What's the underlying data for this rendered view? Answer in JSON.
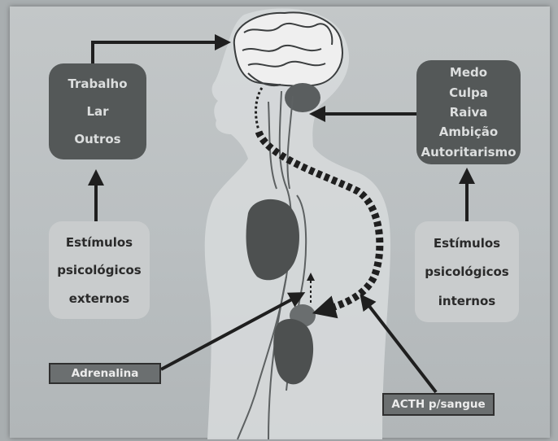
{
  "boxes": {
    "left_top": {
      "lines": [
        "Trabalho",
        "Lar",
        "Outros"
      ]
    },
    "right_top": {
      "lines": [
        "Medo",
        "Culpa",
        "Raiva",
        "Ambição",
        "Autoritarismo"
      ]
    },
    "left_bottom": {
      "lines": [
        "Estímulos",
        "psicológicos",
        "externos"
      ]
    },
    "right_bottom": {
      "lines": [
        "Estímulos",
        "psicológicos",
        "internos"
      ]
    }
  },
  "labels": {
    "adrenalina": "Adrenalina",
    "acth": "ACTH p/sangue"
  },
  "colors": {
    "background": "#bcc0c2",
    "dark_box": "#545858",
    "light_box": "#c9cccd",
    "body_silhouette": "#d6d9da",
    "organ": "#4d5050",
    "arrow": "#1f1f1f"
  }
}
